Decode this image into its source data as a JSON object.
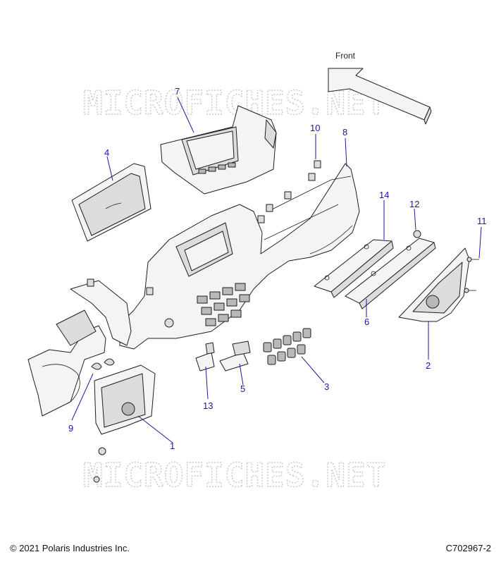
{
  "front_label": "Front",
  "watermark": "MICROFICHES.NET",
  "copyright": "© 2021 Polaris Industries Inc.",
  "figure_id": "C702967-2",
  "callouts": [
    "1",
    "2",
    "3",
    "4",
    "5",
    "6",
    "7",
    "8",
    "9",
    "10",
    "11",
    "12",
    "13",
    "14"
  ]
}
